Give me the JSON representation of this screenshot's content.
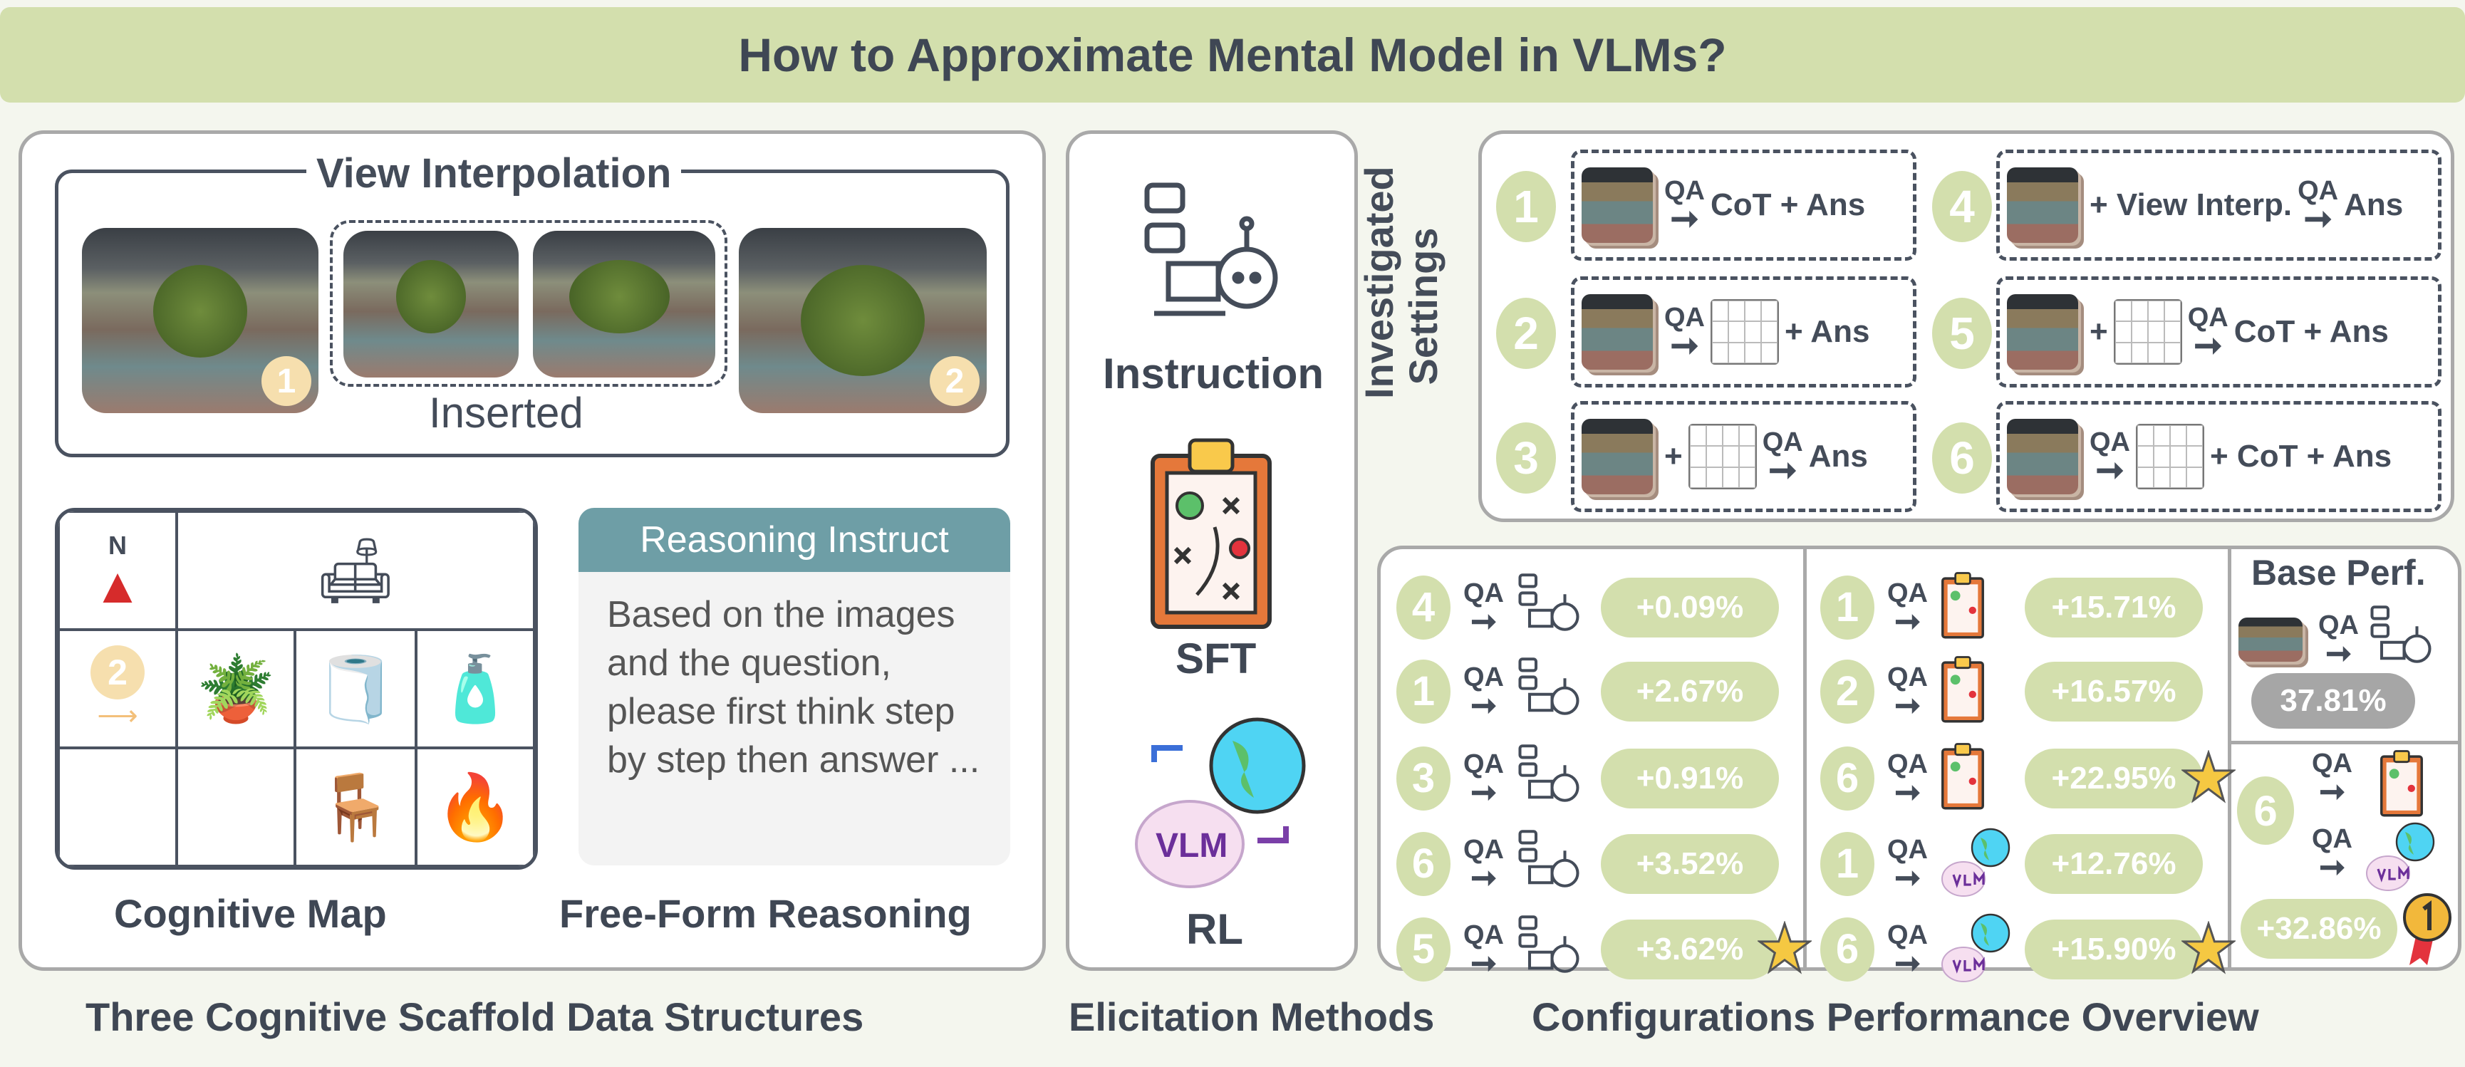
{
  "title": "How to Approximate Mental Model in VLMs?",
  "scaffolds": {
    "view_title": "View Interpolation",
    "inserted_label": "Inserted",
    "view_markers": [
      "1",
      "2"
    ],
    "cogmap_north": "N",
    "cogmap_marker": "2",
    "cogmap_label": "Cognitive Map",
    "reasoning_header": "Reasoning Instruct",
    "reasoning_text": "Based on the images and the question, please first think step by step then answer ...",
    "reasoning_label": "Free-Form Reasoning",
    "caption": "Three Cognitive Scaffold Data Structures"
  },
  "elicitation": {
    "instruction": "Instruction",
    "sft": "SFT",
    "rl": "RL",
    "rl_badge": "VLM",
    "caption": "Elicitation Methods"
  },
  "settings": {
    "title": "Investigated Settings",
    "items": [
      {
        "num": "1",
        "parts": [
          {
            "t": "img"
          },
          {
            "t": "arrow",
            "v": "QA"
          },
          {
            "t": "text",
            "v": "CoT + Ans"
          }
        ]
      },
      {
        "num": "2",
        "parts": [
          {
            "t": "img"
          },
          {
            "t": "arrow",
            "v": "QA"
          },
          {
            "t": "map"
          },
          {
            "t": "text",
            "v": "+ Ans"
          }
        ]
      },
      {
        "num": "3",
        "parts": [
          {
            "t": "img"
          },
          {
            "t": "text",
            "v": "+"
          },
          {
            "t": "map"
          },
          {
            "t": "arrow",
            "v": "QA"
          },
          {
            "t": "text",
            "v": "Ans"
          }
        ]
      },
      {
        "num": "4",
        "parts": [
          {
            "t": "img"
          },
          {
            "t": "text",
            "v": "+ View Interp."
          },
          {
            "t": "arrow",
            "v": "QA"
          },
          {
            "t": "text",
            "v": "Ans"
          }
        ]
      },
      {
        "num": "5",
        "parts": [
          {
            "t": "img"
          },
          {
            "t": "text",
            "v": "+"
          },
          {
            "t": "map"
          },
          {
            "t": "arrow",
            "v": "QA"
          },
          {
            "t": "text",
            "v": "CoT + Ans"
          }
        ]
      },
      {
        "num": "6",
        "parts": [
          {
            "t": "img"
          },
          {
            "t": "arrow",
            "v": "QA"
          },
          {
            "t": "map"
          },
          {
            "t": "text",
            "v": "+ CoT + Ans"
          }
        ]
      }
    ]
  },
  "performance": {
    "caption": "Configurations Performance Overview",
    "qa_label": "QA",
    "instruction_rows": [
      {
        "num": "4",
        "value": "+0.09%",
        "star": false
      },
      {
        "num": "1",
        "value": "+2.67%",
        "star": false
      },
      {
        "num": "3",
        "value": "+0.91%",
        "star": false
      },
      {
        "num": "6",
        "value": "+3.52%",
        "star": false
      },
      {
        "num": "5",
        "value": "+3.62%",
        "star": true
      }
    ],
    "trained_rows": [
      {
        "num": "1",
        "method": "sft",
        "value": "+15.71%",
        "star": false
      },
      {
        "num": "2",
        "method": "sft",
        "value": "+16.57%",
        "star": false
      },
      {
        "num": "6",
        "method": "sft",
        "value": "+22.95%",
        "star": true
      },
      {
        "num": "1",
        "method": "rl",
        "value": "+12.76%",
        "star": false
      },
      {
        "num": "6",
        "method": "rl",
        "value": "+15.90%",
        "star": true
      }
    ],
    "base_title": "Base Perf.",
    "base_value": "37.81%",
    "best": {
      "num": "6",
      "value": "+32.86%",
      "medal": "1"
    }
  },
  "colors": {
    "accent_green": "#d3dfad",
    "text_dark": "#444c59",
    "teal_header": "#6e9ea6",
    "base_gray": "#a6a6a6",
    "star": "#f5c842"
  }
}
